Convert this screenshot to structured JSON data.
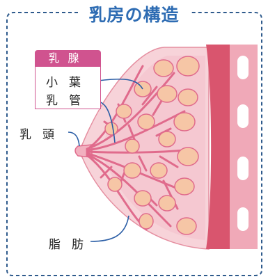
{
  "title": "乳房の構造",
  "legend": {
    "header": "乳腺",
    "items": [
      "小葉",
      "乳管"
    ]
  },
  "labels": {
    "nipple": "乳頭",
    "fat": "脂肪"
  },
  "colors": {
    "title": "#2e6cb3",
    "frame": "#2e5a8c",
    "legend_accent": "#d0538f",
    "breast": "#f7d3d9",
    "breast_outline": "#e58ea0",
    "duct": "#e06b8c",
    "lobule": "#f6c6a6",
    "muscle": "#d9556e",
    "rib_bg": "#f0a9b8",
    "leader": "#2b5ea6"
  },
  "icons": [
    "rib-bone-icon"
  ]
}
